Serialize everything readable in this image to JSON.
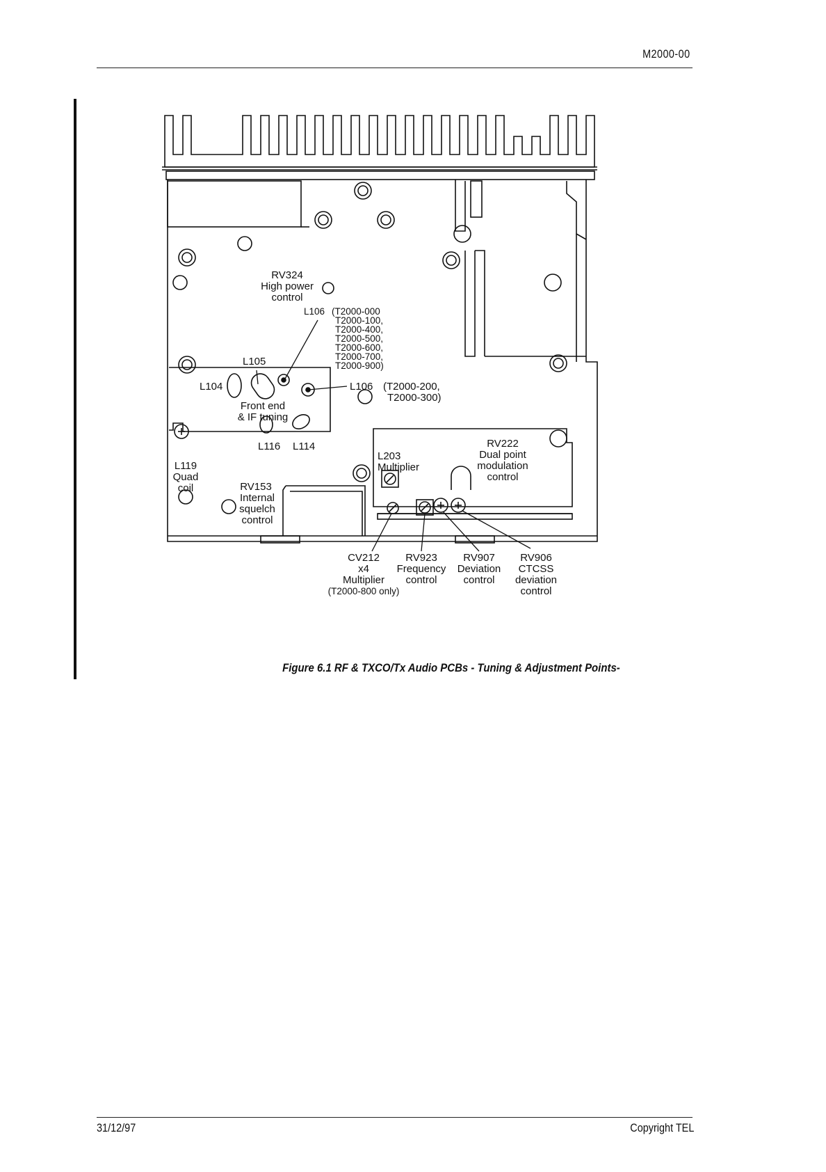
{
  "header": {
    "doc_code": "M2000-00"
  },
  "figure": {
    "labels": {
      "rv324_id": "RV324",
      "rv324_line1": "High power",
      "rv324_line2": "control",
      "l106a_id": "L106",
      "l106a_models": [
        "(T2000-000",
        "T2000-100,",
        "T2000-400,",
        "T2000-500,",
        "T2000-600,",
        "T2000-700,",
        "T2000-900)"
      ],
      "l105": "L105",
      "l104": "L104",
      "l106b_id": "L106",
      "l106b_line1": "(T2000-200,",
      "l106b_line2": "T2000-300)",
      "front_end_1": "Front end",
      "front_end_2": "& IF tuning",
      "l116": "L116",
      "l114": "L114",
      "l119_1": "L119",
      "l119_2": "Quad",
      "l119_3": "coil",
      "rv153_1": "RV153",
      "rv153_2": "Internal",
      "rv153_3": "squelch",
      "rv153_4": "control",
      "l203_1": "L203",
      "l203_2": "Multiplier",
      "rv222_1": "RV222",
      "rv222_2": "Dual point",
      "rv222_3": "modulation",
      "rv222_4": "control",
      "cv212_1": "CV212",
      "cv212_2": "x4",
      "cv212_3": "Multiplier",
      "cv212_4": "(T2000-800 only)",
      "rv923_1": "RV923",
      "rv923_2": "Frequency",
      "rv923_3": "control",
      "rv907_1": "RV907",
      "rv907_2": "Deviation",
      "rv907_3": "control",
      "rv906_1": "RV906",
      "rv906_2": "CTCSS",
      "rv906_3": "deviation",
      "rv906_4": "control"
    },
    "caption": "Figure 6.1   RF & TXCO/Tx Audio PCBs - Tuning & Adjustment Points-"
  },
  "footer": {
    "date": "31/12/97",
    "copyright": "Copyright TEL"
  }
}
